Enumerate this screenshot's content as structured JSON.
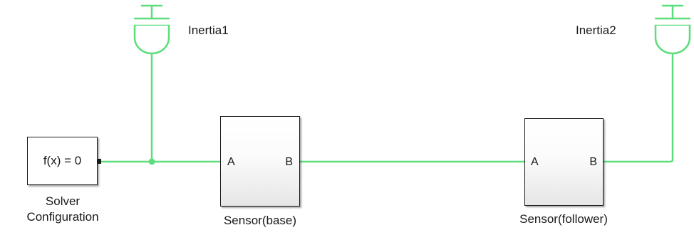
{
  "colors": {
    "connection": "#5dde7c",
    "block_border": "#1a1a1a",
    "text": "#1a1a1a"
  },
  "blocks": {
    "solver": {
      "function_text": "f(x) = 0",
      "caption_lines": [
        "Solver",
        "Configuration"
      ]
    },
    "sensor_base": {
      "port_a": "A",
      "port_b": "B",
      "caption": "Sensor(base)"
    },
    "sensor_follower": {
      "port_a": "A",
      "port_b": "B",
      "caption": "Sensor(follower)"
    },
    "inertia1": {
      "label": "Inertia1",
      "icon": "inertia-icon"
    },
    "inertia2": {
      "label": "Inertia2",
      "icon": "inertia-icon"
    }
  }
}
